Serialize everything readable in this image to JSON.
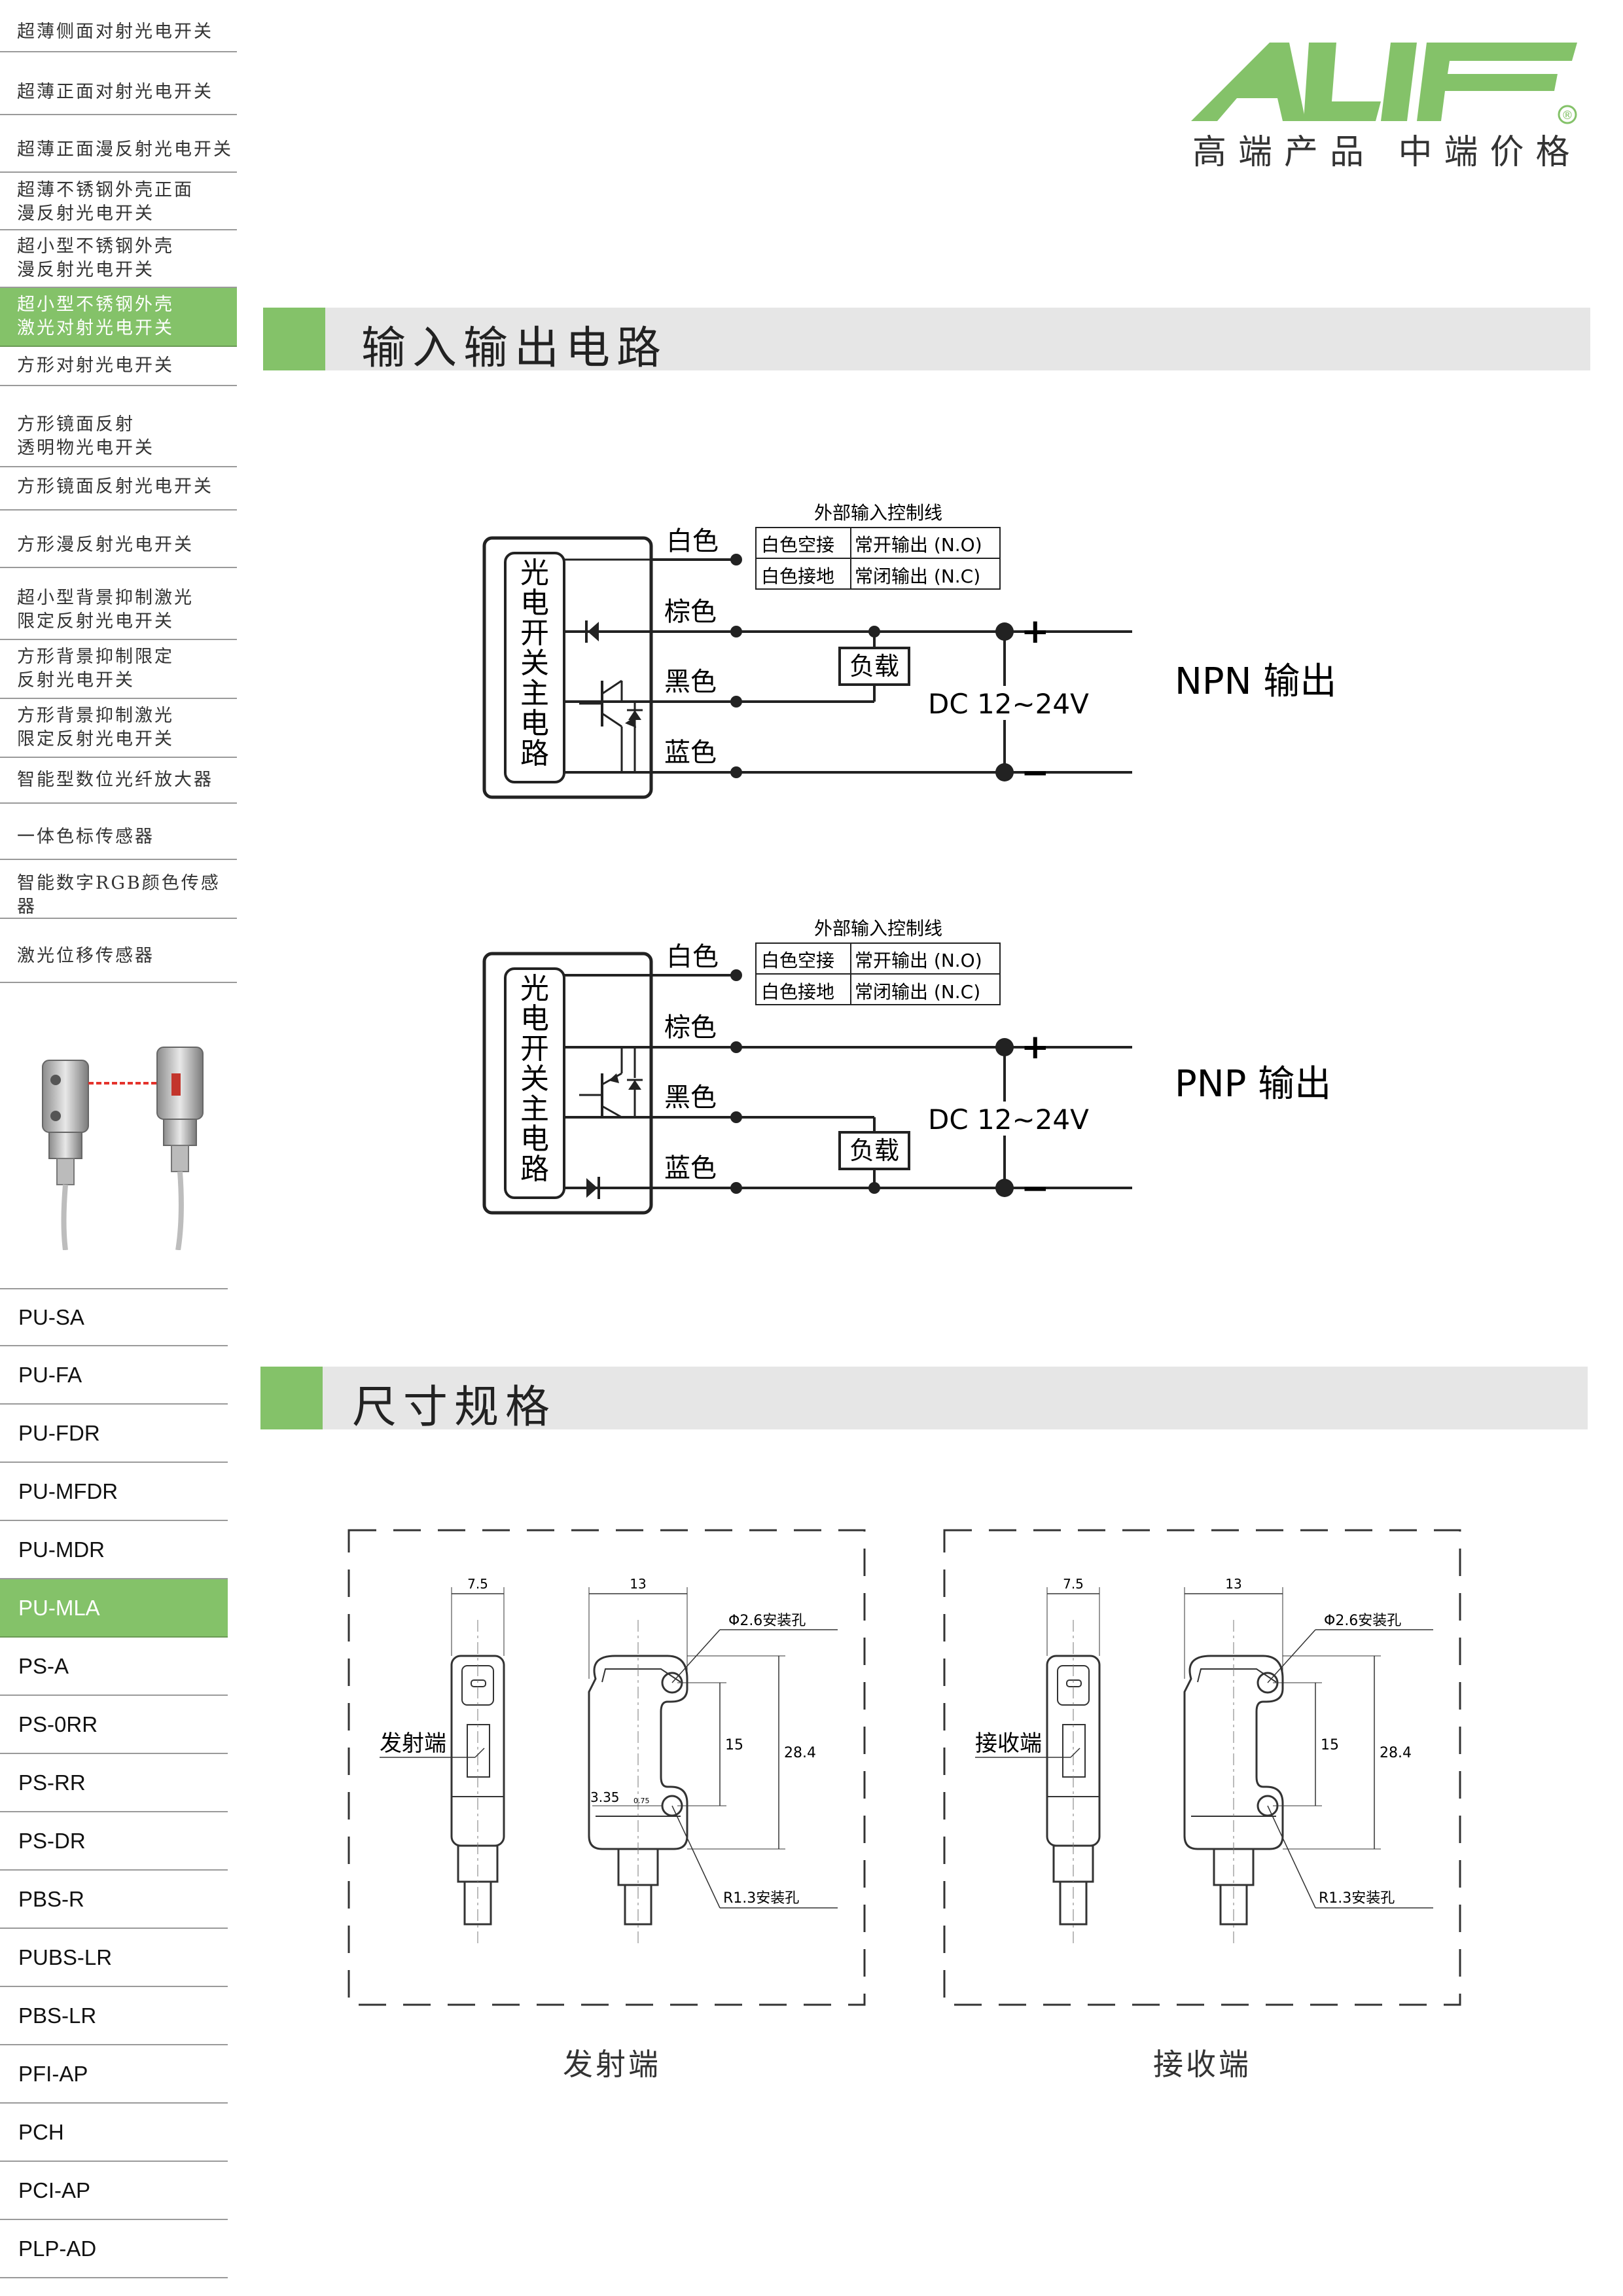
{
  "categories": [
    {
      "label": "超薄侧面对射光电开关",
      "active": false
    },
    {
      "label": "超薄正面对射光电开关",
      "active": false
    },
    {
      "label": "超薄正面漫反射光电开关",
      "active": false
    },
    {
      "label": "超薄不锈钢外壳正面\n漫反射光电开关",
      "active": false
    },
    {
      "label": "超小型不锈钢外壳\n漫反射光电开关",
      "active": false
    },
    {
      "label": "超小型不锈钢外壳\n激光对射光电开关",
      "active": true
    },
    {
      "label": "方形对射光电开关",
      "active": false
    },
    {
      "label": "方形镜面反射\n透明物光电开关",
      "active": false
    },
    {
      "label": "方形镜面反射光电开关",
      "active": false
    },
    {
      "label": "方形漫反射光电开关",
      "active": false
    },
    {
      "label": "超小型背景抑制激光\n限定反射光电开关",
      "active": false
    },
    {
      "label": "方形背景抑制限定\n反射光电开关",
      "active": false
    },
    {
      "label": "方形背景抑制激光\n限定反射光电开关",
      "active": false
    },
    {
      "label": "智能型数位光纤放大器",
      "active": false
    },
    {
      "label": "一体色标传感器",
      "active": false
    },
    {
      "label": "智能数字RGB颜色传感器",
      "active": false
    },
    {
      "label": "激光位移传感器",
      "active": false
    }
  ],
  "models": [
    {
      "label": "PU-SA",
      "active": false
    },
    {
      "label": "PU-FA",
      "active": false
    },
    {
      "label": "PU-FDR",
      "active": false
    },
    {
      "label": "PU-MFDR",
      "active": false
    },
    {
      "label": "PU-MDR",
      "active": false
    },
    {
      "label": "PU-MLA",
      "active": true
    },
    {
      "label": "PS-A",
      "active": false
    },
    {
      "label": "PS-0RR",
      "active": false
    },
    {
      "label": "PS-RR",
      "active": false
    },
    {
      "label": "PS-DR",
      "active": false
    },
    {
      "label": "PBS-R",
      "active": false
    },
    {
      "label": "PUBS-LR",
      "active": false
    },
    {
      "label": "PBS-LR",
      "active": false
    },
    {
      "label": "PFI-AP",
      "active": false
    },
    {
      "label": "PCH",
      "active": false
    },
    {
      "label": "PCI-AP",
      "active": false
    },
    {
      "label": "PLP-AD",
      "active": false
    }
  ],
  "brand": {
    "logo": "ALIF",
    "registered": "®",
    "tagline": "高端产品  中端价格",
    "color": "#84c269"
  },
  "sections": {
    "io_title": "输入输出电路",
    "dim_title": "尺寸规格"
  },
  "circuit_common": {
    "main_circuit": "光电开关主电路",
    "wire_white": "白色",
    "wire_brown": "棕色",
    "wire_black": "黑色",
    "wire_blue": "蓝色",
    "ext_title": "外部输入控制线",
    "row1_a": "白色空接",
    "row1_b": "常开输出 (N.O)",
    "row2_a": "白色接地",
    "row2_b": "常闭输出 (N.C)",
    "load": "负载",
    "supply": "DC 12~24V",
    "plus": "+",
    "minus": "−"
  },
  "npn": {
    "label": "NPN 输出"
  },
  "pnp": {
    "label": "PNP 输出"
  },
  "dimensions": {
    "w_side": "7.5",
    "w_front": "13",
    "hole_top": "Φ2.6安装孔",
    "hole_bottom": "R1.3安装孔",
    "spacing": "15",
    "height": "28.4",
    "offset": "3.35",
    "offset_small": "0.75",
    "emitter_tag": "发射端",
    "receiver_tag": "接收端",
    "emitter_caption": "发射端",
    "receiver_caption": "接收端"
  }
}
